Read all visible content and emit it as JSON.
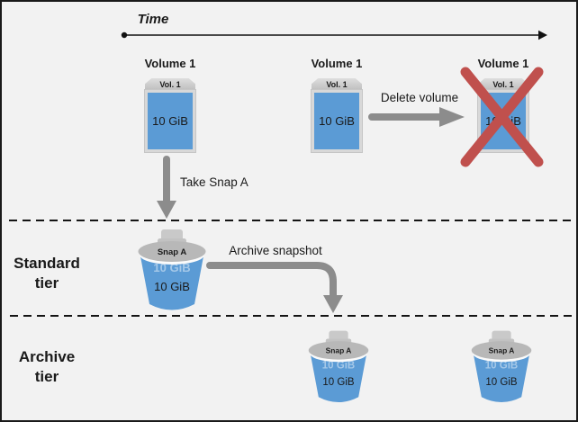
{
  "diagram": {
    "timeline": {
      "label": "Time"
    },
    "volumes": [
      {
        "title": "Volume 1",
        "tab": "Vol. 1",
        "size": "10 GiB",
        "deleted": false
      },
      {
        "title": "Volume 1",
        "tab": "Vol. 1",
        "size": "10 GiB",
        "deleted": false
      },
      {
        "title": "Volume 1",
        "tab": "Vol. 1",
        "size": "10 GiB",
        "deleted": true
      }
    ],
    "actions": {
      "take_snapshot": "Take Snap A",
      "delete_volume": "Delete volume",
      "archive_snapshot": "Archive snapshot"
    },
    "tiers": {
      "standard": {
        "line1": "Standard",
        "line2": "tier"
      },
      "archive": {
        "line1": "Archive",
        "line2": "tier"
      }
    },
    "snapshots": {
      "standard": {
        "label": "Snap A",
        "size": "10 GiB",
        "ghost": "10 GiB"
      },
      "archive1": {
        "label": "Snap A",
        "size": "10 GiB",
        "ghost": "10 GiB"
      },
      "archive2": {
        "label": "Snap A",
        "size": "10 GiB",
        "ghost": "10 GiB"
      }
    },
    "colors": {
      "background": "#f2f2f2",
      "volume_blue": "#5b9bd5",
      "icon_grey": "#b8b8b8",
      "arrow_grey": "#8c8c8c",
      "delete_x_red": "#c0504d",
      "line_black": "#1a1a1a"
    }
  }
}
